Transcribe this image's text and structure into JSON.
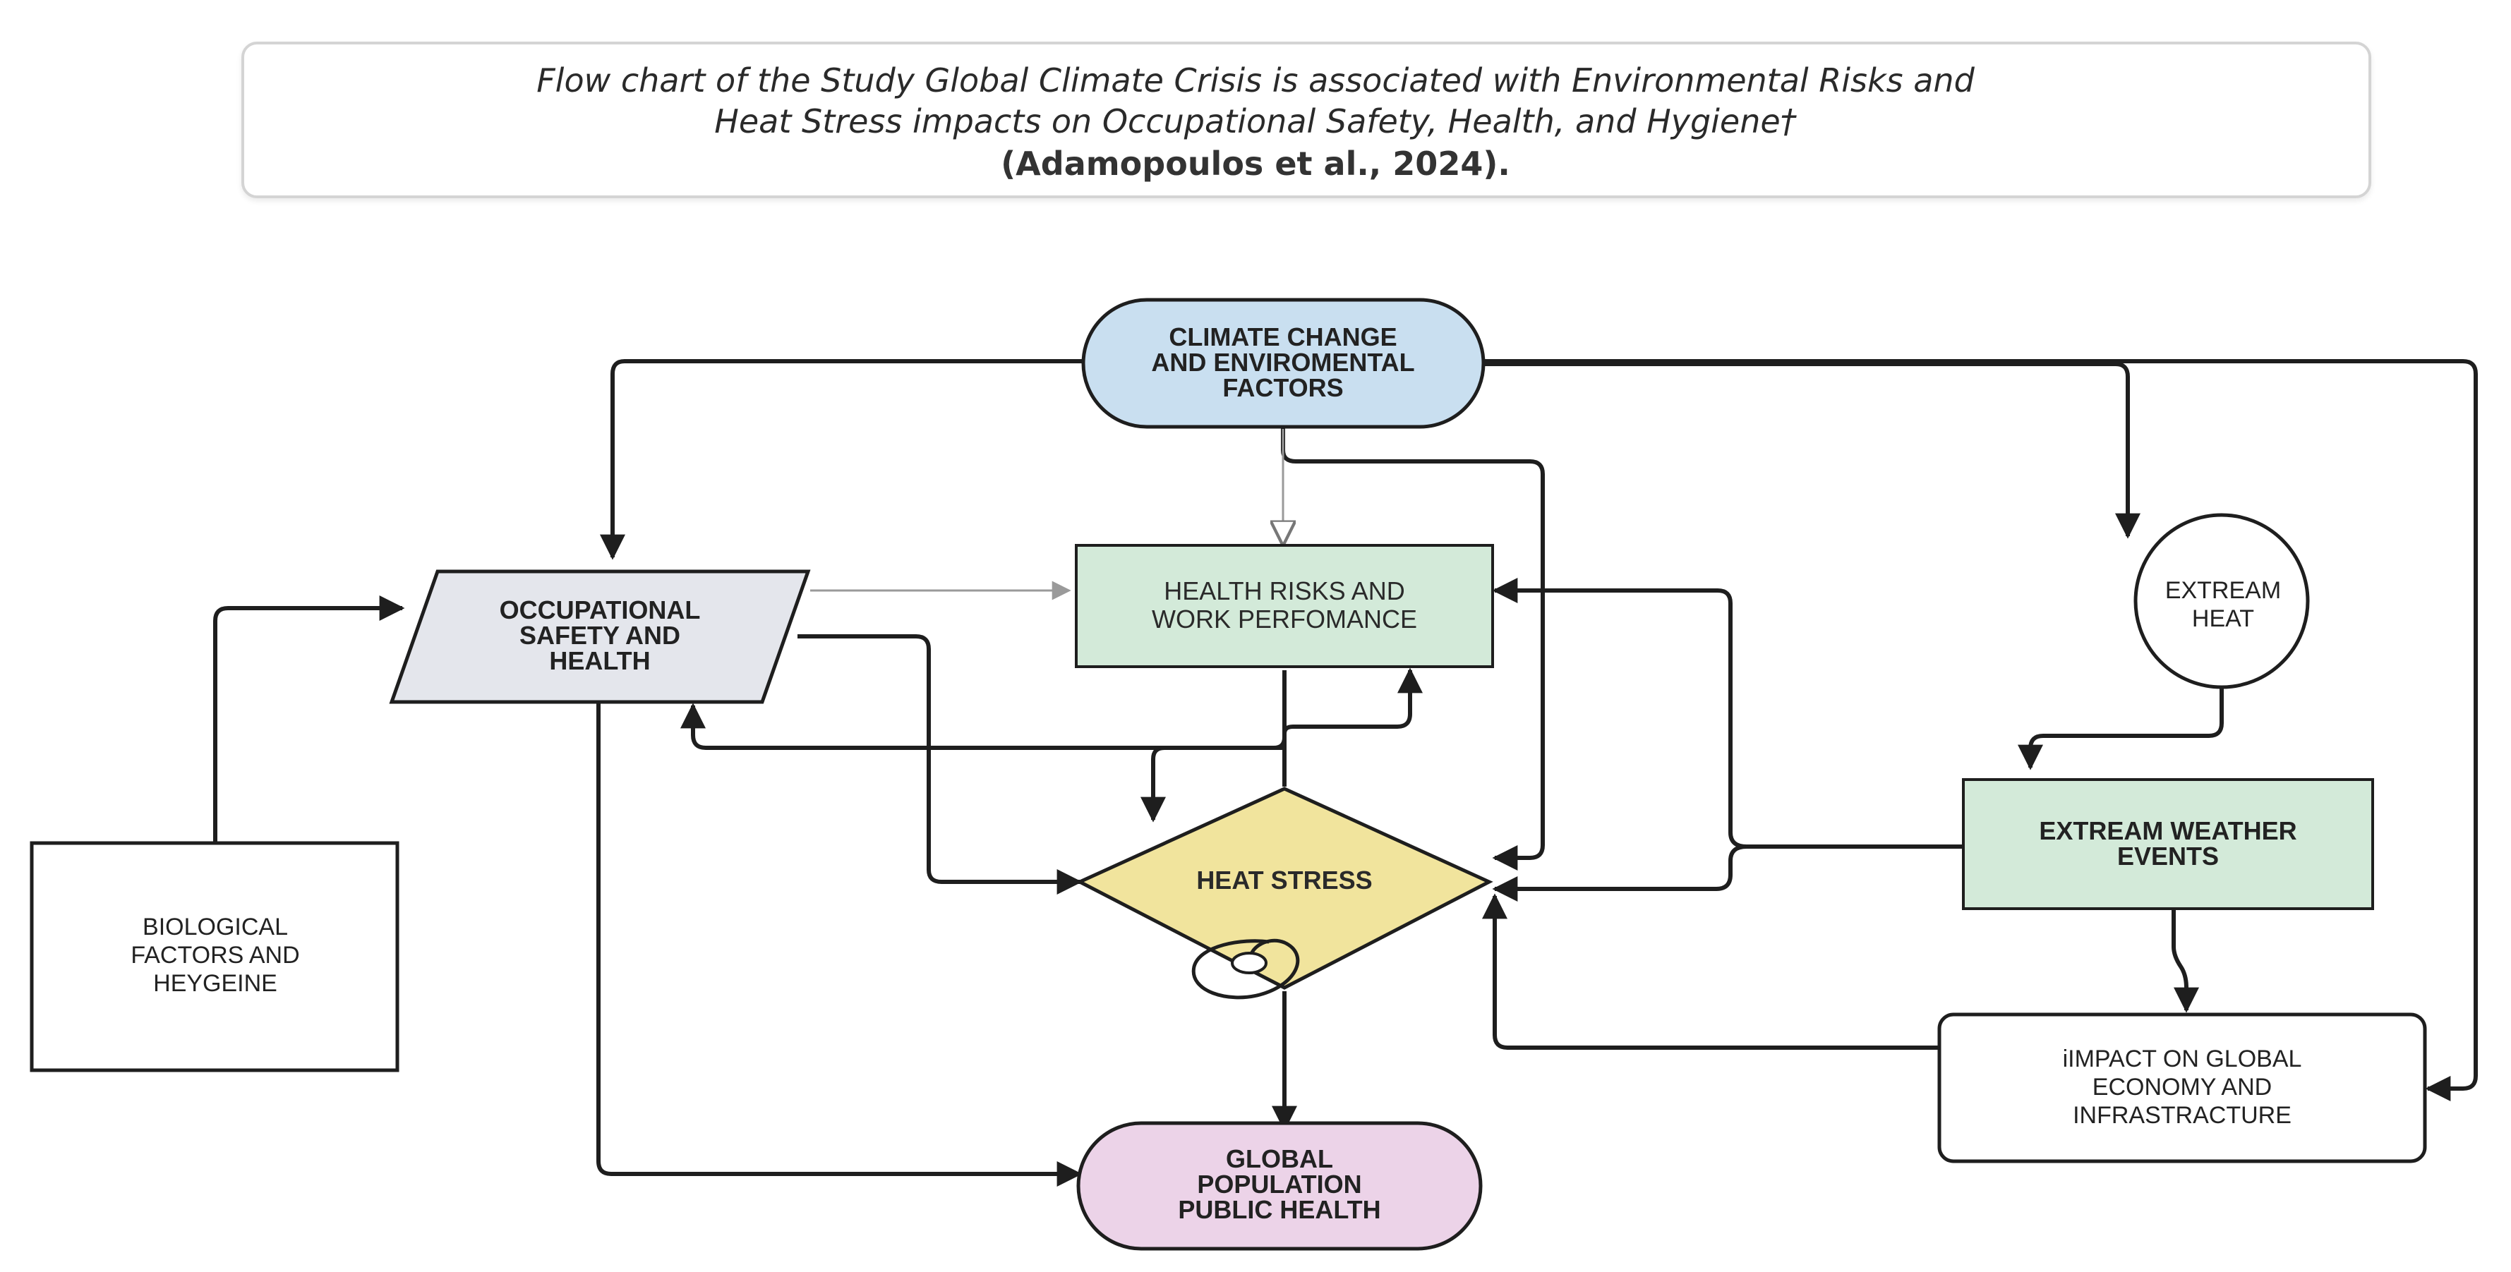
{
  "caption": {
    "line1": "Flow chart of the Study Global Climate Crisis is associated with Environmental Risks and",
    "line2": "Heat Stress impacts on Occupational Safety, Health, and Hygiene†",
    "line3": "(Adamopoulos et al., 2024)."
  },
  "nodes": {
    "climate": [
      "CLIMATE CHANGE",
      "AND ENVIROMENTAL",
      "FACTORS"
    ],
    "osh": [
      "OCCUPATIONAL",
      "SAFETY AND",
      "HEALTH"
    ],
    "health_risks": [
      "HEALTH RISKS AND",
      "WORK PERFOMANCE"
    ],
    "extreme_heat": [
      "EXTREAM",
      "HEAT"
    ],
    "heat_stress": [
      "HEAT STRESS"
    ],
    "weather_events": [
      "EXTREAM WEATHER",
      "EVENTS"
    ],
    "biological": [
      "BIOLOGICAL",
      "FACTORS AND",
      "HEYGEINE"
    ],
    "impact_economy": [
      "iIMPACT ON GLOBAL",
      "ECONOMY AND",
      "INFRASTRACTURE"
    ],
    "public_health": [
      "GLOBAL",
      "POPULATION",
      "PUBLIC HEALTH"
    ]
  },
  "colors": {
    "climate_fill": "#c9dff0",
    "osh_fill": "#e4e6ec",
    "health_risks_fill": "#d3ead9",
    "heat_stress_fill": "#f1e49d",
    "weather_events_fill": "#d3ead9",
    "public_health_fill": "#ecd3e8",
    "stroke": "#1e1e1e"
  }
}
